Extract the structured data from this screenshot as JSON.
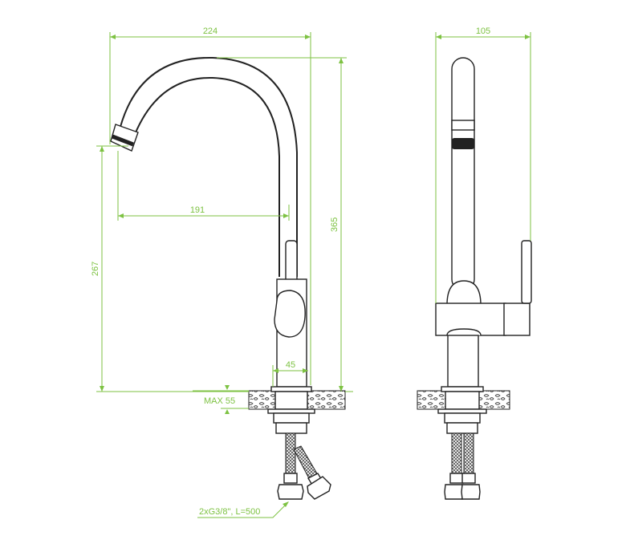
{
  "front_view": {
    "dim_width_total": "224",
    "dim_spout_reach": "191",
    "dim_spout_height": "267",
    "dim_total_height": "365",
    "dim_base_diameter": "45",
    "dim_countertop_max": "MAX 55",
    "dim_connection": "2xG3/8\", L=500"
  },
  "side_view": {
    "dim_depth": "105"
  },
  "colors": {
    "dimension": "#7dc242",
    "outline": "#222222"
  }
}
